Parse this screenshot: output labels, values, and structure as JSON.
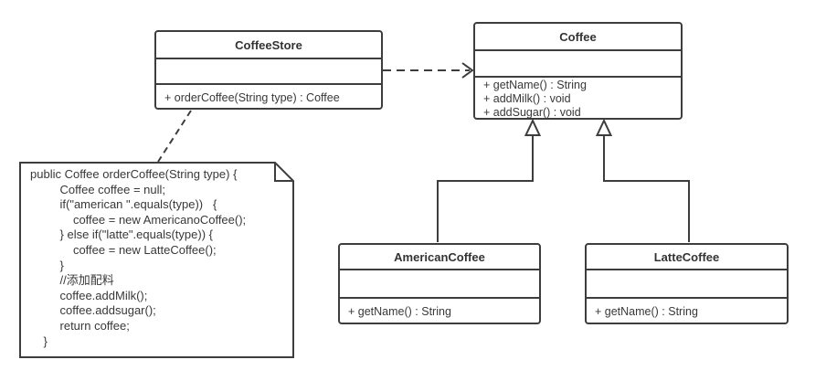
{
  "diagram": {
    "colors": {
      "line": "#3d3d3d",
      "text": "#383838",
      "background": "#ffffff"
    },
    "classes": {
      "coffee_store": {
        "name": "CoffeeStore",
        "attributes": [],
        "methods": [
          "+ orderCoffee(String type) : Coffee"
        ]
      },
      "coffee": {
        "name": "Coffee",
        "attributes": [],
        "methods": [
          "+ getName() : String",
          "+ addMilk() : void",
          "+ addSugar() : void"
        ]
      },
      "american_coffee": {
        "name": "AmericanCoffee",
        "attributes": [],
        "methods": [
          "+ getName() : String"
        ]
      },
      "latte_coffee": {
        "name": "LatteCoffee",
        "attributes": [],
        "methods": [
          "+ getName() : String"
        ]
      }
    },
    "note": {
      "code": "public Coffee orderCoffee(String type) {\n         Coffee coffee = null;\n         if(\"american \".equals(type))   {\n             coffee = new AmericanoCoffee();\n         } else if(\"latte\".equals(type)) {\n             coffee = new LatteCoffee();\n         }\n         //添加配料\n         coffee.addMilk();\n         coffee.addsugar();\n         return coffee;\n    }"
    },
    "relationships": {
      "dependency": {
        "type": "dependency",
        "from": "CoffeeStore",
        "to": "Coffee"
      },
      "generalization_american": {
        "type": "generalization",
        "from": "AmericanCoffee",
        "to": "Coffee"
      },
      "generalization_latte": {
        "type": "generalization",
        "from": "LatteCoffee",
        "to": "Coffee"
      },
      "note_anchor": {
        "type": "note-anchor",
        "from": "note",
        "to": "CoffeeStore"
      }
    }
  }
}
